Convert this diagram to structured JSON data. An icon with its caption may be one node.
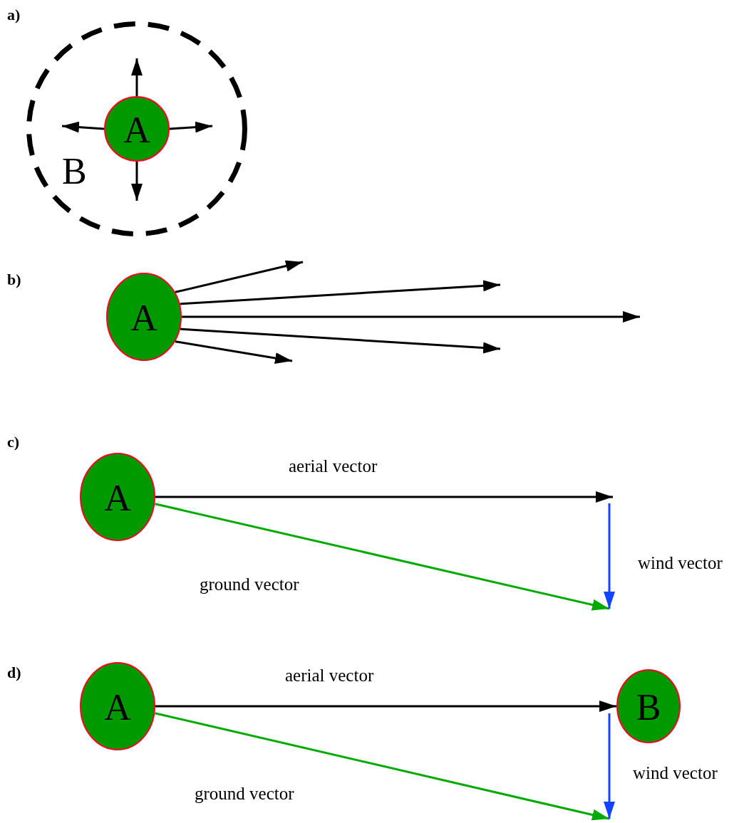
{
  "diagram": {
    "nodes": [
      {
        "text": [
          "B"
        ]
      },
      {
        "text": [
          "A"
        ],
        "in": 0
      },
      {
        "text": [
          "A"
        ]
      },
      {
        "text": [
          "A"
        ]
      },
      {
        "text": [
          "A"
        ]
      },
      {
        "text": [
          "B"
        ]
      }
    ],
    "edges": [
      {
        "from": 1,
        "to": null,
        "arrow": "to"
      },
      {
        "from": 1,
        "to": null,
        "arrow": "to"
      },
      {
        "from": 1,
        "to": null,
        "arrow": "to"
      },
      {
        "from": 1,
        "to": null,
        "arrow": "to"
      },
      {
        "from": 2,
        "to": null,
        "arrow": "to"
      },
      {
        "from": 2,
        "to": null,
        "arrow": "to"
      },
      {
        "from": 2,
        "to": null,
        "arrow": "to"
      },
      {
        "from": 2,
        "to": null,
        "arrow": "to"
      },
      {
        "from": 2,
        "to": null,
        "arrow": "to"
      },
      {
        "from": 3,
        "to": null,
        "arrow": "to",
        "label": "aerial vector"
      },
      {
        "from": 3,
        "to": null,
        "arrow": "to",
        "label": "ground vector",
        "color": "#00aa00"
      },
      {
        "from": 4,
        "to": 5,
        "arrow": "to",
        "label": "aerial vector"
      },
      {
        "from": 4,
        "to": null,
        "arrow": "to",
        "label": "ground vector",
        "color": "#00aa00"
      }
    ],
    "labels": [
      "a)",
      "b)",
      "c)",
      "d)",
      "wind vector",
      "wind vector"
    ]
  }
}
